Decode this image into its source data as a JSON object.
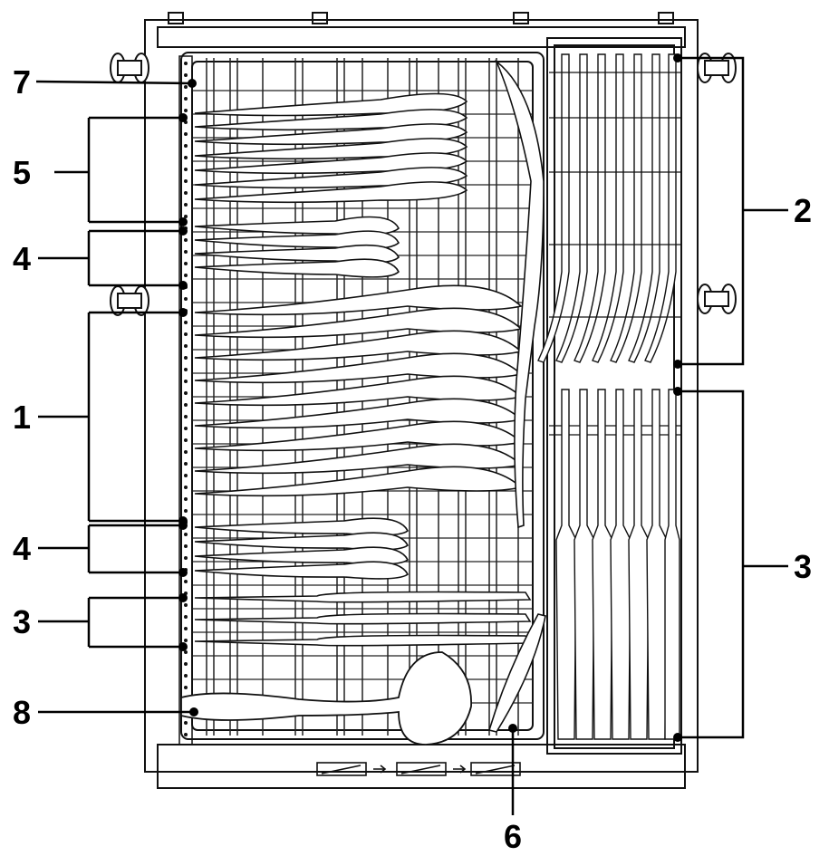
{
  "diagram": {
    "colors": {
      "ink": "#111111",
      "background": "#ffffff"
    },
    "callouts": [
      {
        "id": "c7",
        "label": "7"
      },
      {
        "id": "c5",
        "label": "5"
      },
      {
        "id": "c4a",
        "label": "4"
      },
      {
        "id": "c1",
        "label": "1"
      },
      {
        "id": "c4b",
        "label": "4"
      },
      {
        "id": "c3a",
        "label": "3"
      },
      {
        "id": "c8",
        "label": "8"
      },
      {
        "id": "c2",
        "label": "2"
      },
      {
        "id": "c3b",
        "label": "3"
      },
      {
        "id": "c6",
        "label": "6"
      }
    ]
  }
}
